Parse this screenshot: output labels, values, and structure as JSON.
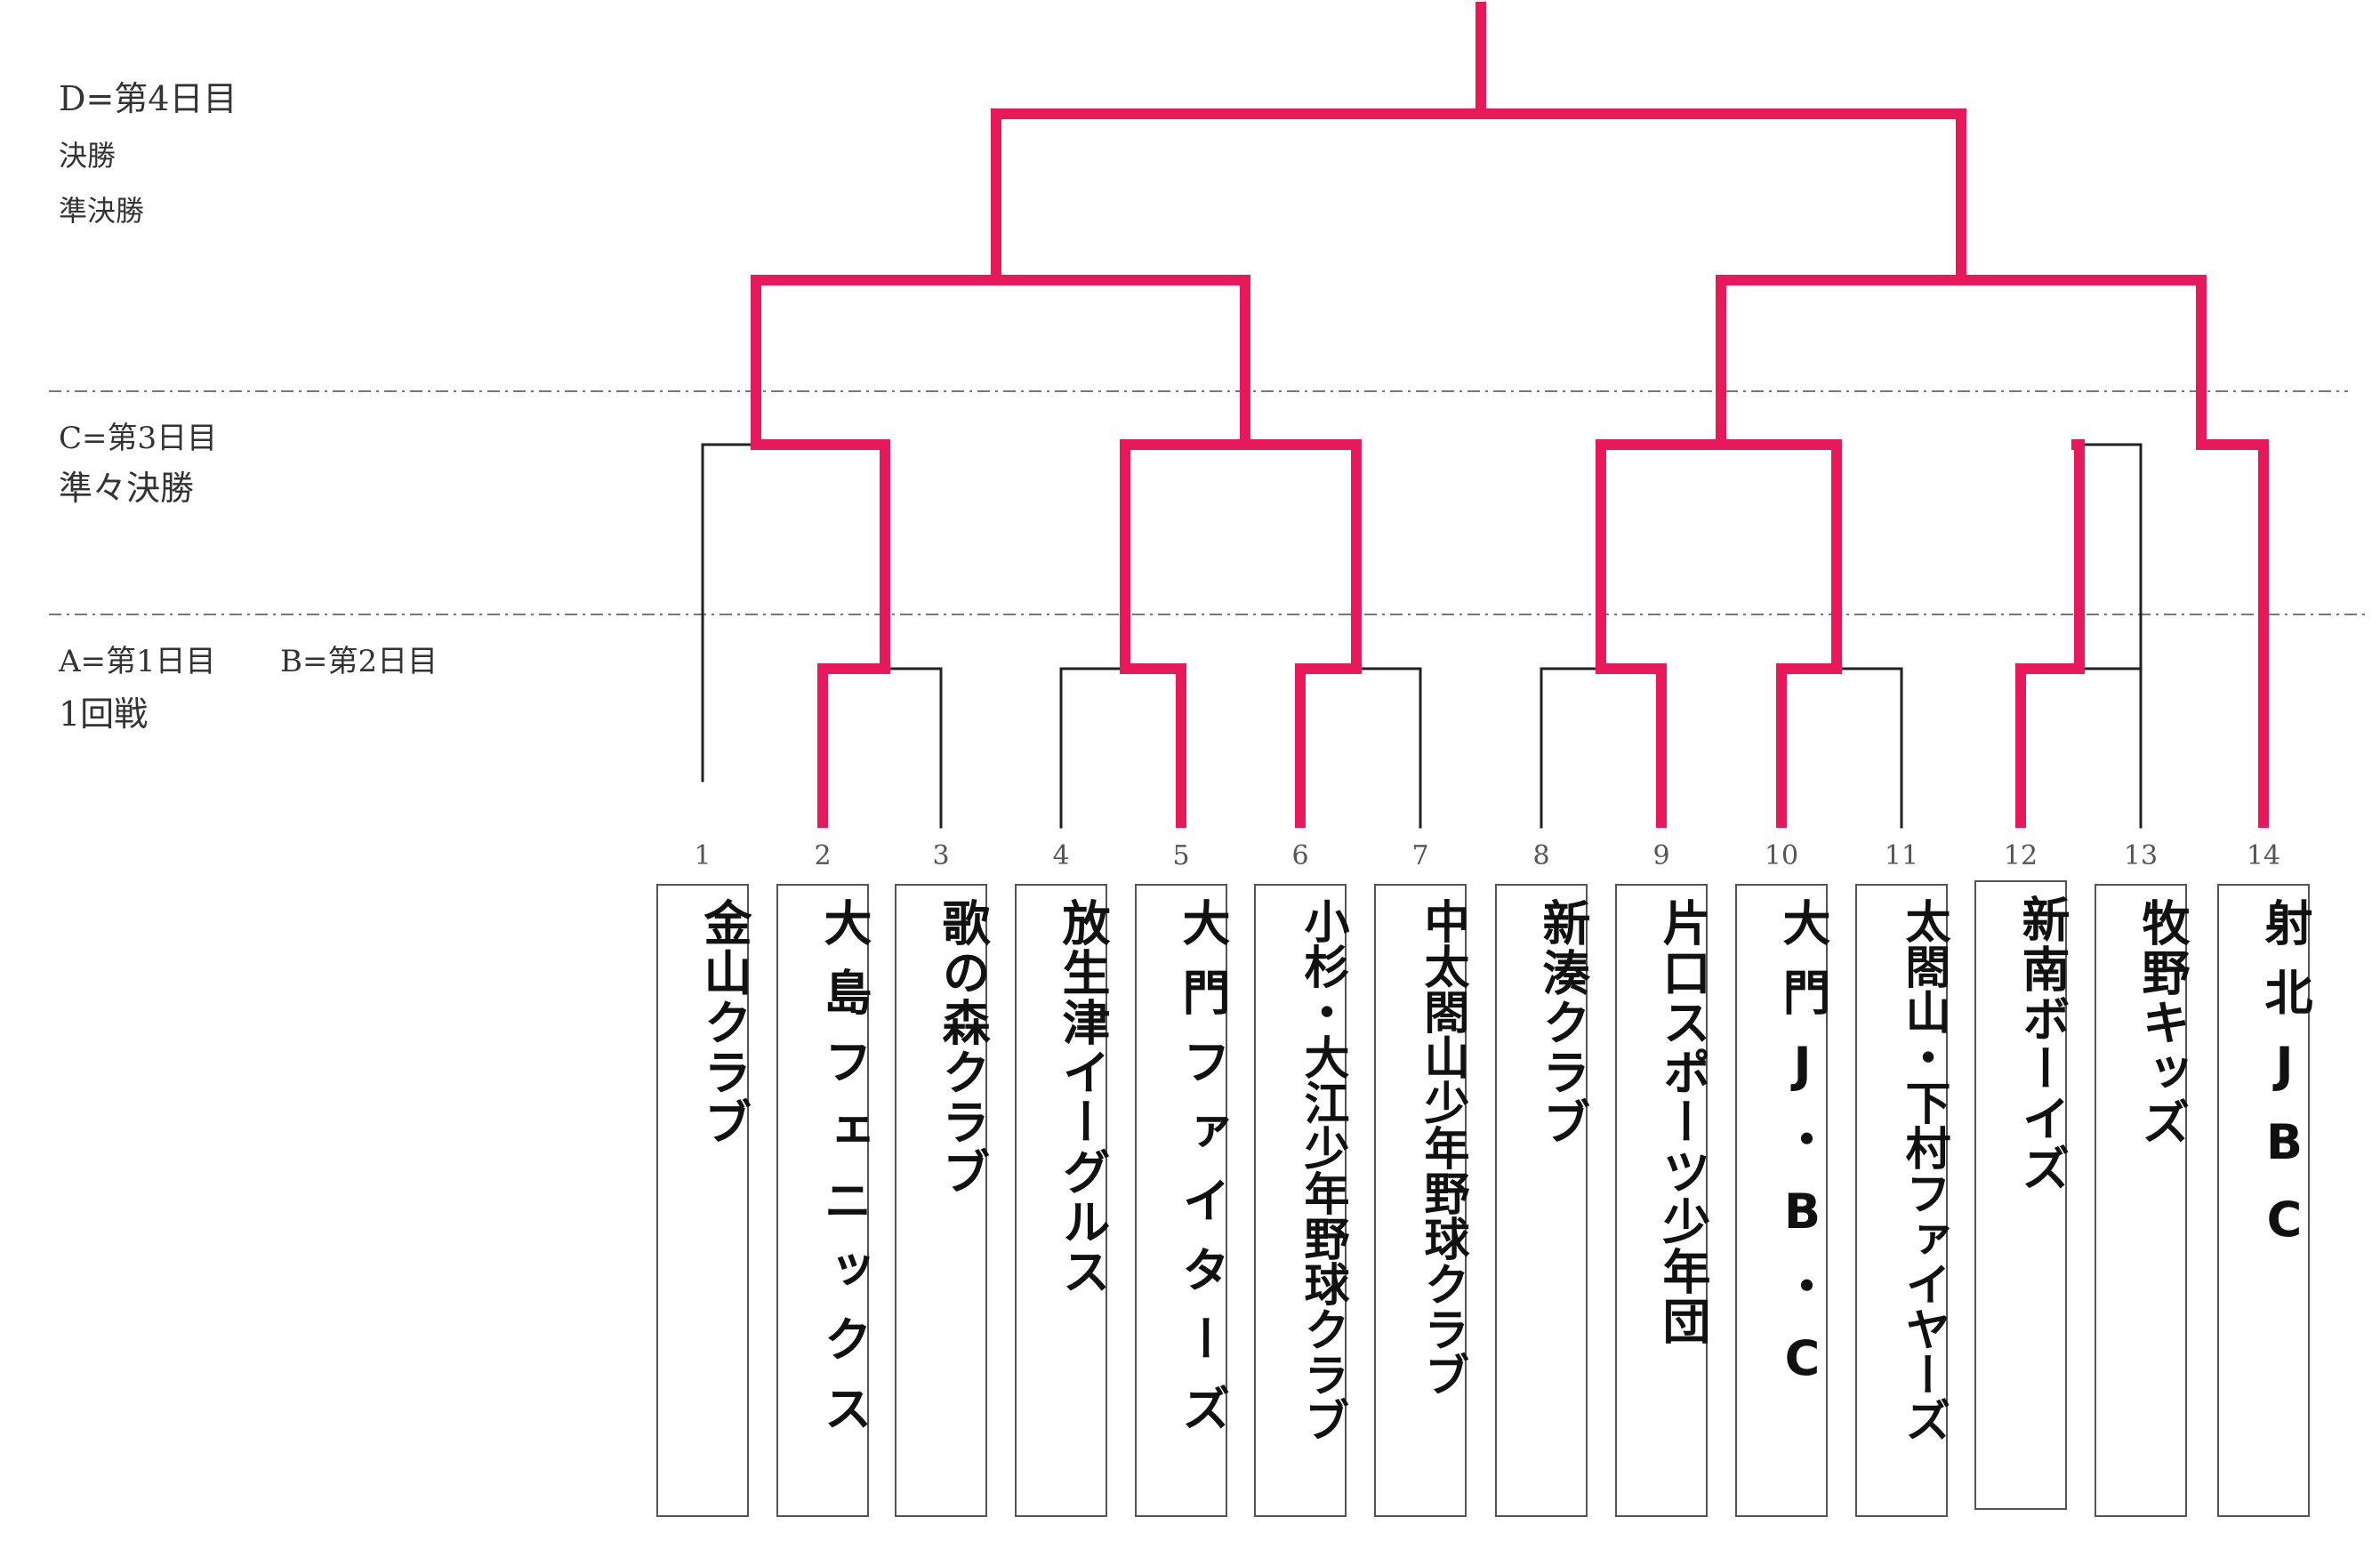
{
  "legend": {
    "final_day": "D=第4日目",
    "final": "決勝",
    "semifinal": "準決勝",
    "day3": "C=第3日目",
    "quarterfinal": "準々決勝",
    "day1": "A=第1日目",
    "day2": "B=第2日目",
    "round1": "1回戦"
  },
  "colors": {
    "winner_line": "#e8195a",
    "bracket_line": "#222222",
    "divider": "#777777"
  },
  "teams": [
    {
      "number": "1",
      "name": "金山クラブ"
    },
    {
      "number": "2",
      "name": "大島フェニックス"
    },
    {
      "number": "3",
      "name": "歌の森クラブ"
    },
    {
      "number": "4",
      "name": "放生津イーグルス"
    },
    {
      "number": "5",
      "name": "大門ファイターズ"
    },
    {
      "number": "6",
      "name": "小杉・大江少年野球クラブ"
    },
    {
      "number": "7",
      "name": "中太閤山少年野球クラブ"
    },
    {
      "number": "8",
      "name": "新湊クラブ"
    },
    {
      "number": "9",
      "name": "片口スポーツ少年団"
    },
    {
      "number": "10",
      "name": "大門J・B・C"
    },
    {
      "number": "11",
      "name": "太閤山・下村ファイヤーズ"
    },
    {
      "number": "12",
      "name": "新南ボーイズ"
    },
    {
      "number": "13",
      "name": "牧野キッズ"
    },
    {
      "number": "14",
      "name": "射北JBC"
    }
  ]
}
